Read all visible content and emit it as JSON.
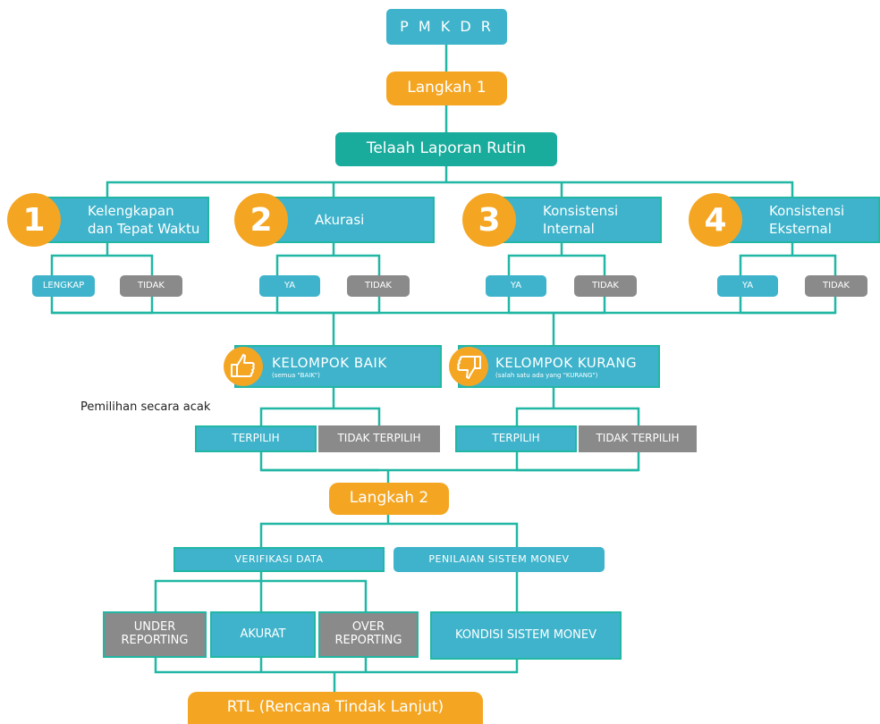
{
  "title": "P M K D R",
  "step1": "Langkah 1",
  "review": "Telaah Laporan Rutin",
  "criteria": [
    {
      "number": "1",
      "label_line1": "Kelengkapan",
      "label_line2": "dan Tepat Waktu",
      "yes": "LENGKAP",
      "no": "TIDAK"
    },
    {
      "number": "2",
      "label_line1": "Akurasi",
      "label_line2": "",
      "yes": "YA",
      "no": "TIDAK"
    },
    {
      "number": "3",
      "label_line1": "Konsistensi",
      "label_line2": "Internal",
      "yes": "YA",
      "no": "TIDAK"
    },
    {
      "number": "4",
      "label_line1": "Konsistensi",
      "label_line2": "Eksternal",
      "yes": "YA",
      "no": "TIDAK"
    }
  ],
  "groups": {
    "good": {
      "title": "KELOMPOK BAIK",
      "subtitle": "(semua \"BAIK\")",
      "icon": "thumbs-up-icon",
      "selected": "TERPILIH",
      "not_selected": "TIDAK TERPILIH"
    },
    "poor": {
      "title": "KELOMPOK KURANG",
      "subtitle": "(salah satu ada yang \"KURANG\")",
      "icon": "thumbs-down-icon",
      "selected": "TERPILIH",
      "not_selected": "TIDAK TERPILIH"
    }
  },
  "random_note": "Pemilihan secara acak",
  "step2": "Langkah 2",
  "verification": "VERIFIKASI DATA",
  "assessment": "PENILAIAN SISTEM MONEV",
  "outcomes": {
    "under": {
      "line1": "UNDER",
      "line2": "REPORTING"
    },
    "accurate": "AKURAT",
    "over": {
      "line1": "OVER",
      "line2": "REPORTING"
    },
    "system": "KONDISI SISTEM MONEV"
  },
  "rtl": "RTL (Rencana Tindak Lanjut)",
  "colors": {
    "teal": "#3eb3cb",
    "dark_teal": "#19ab9c",
    "line": "#21b7a4",
    "orange": "#f4a623",
    "gray": "#8a8a8a"
  }
}
